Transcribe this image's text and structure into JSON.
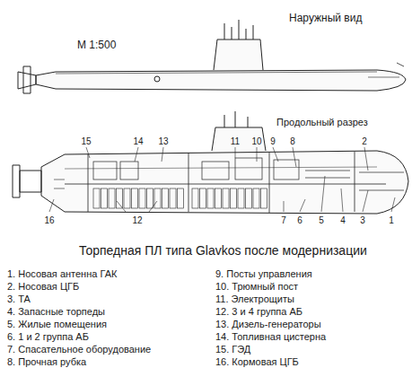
{
  "diagram": {
    "title": "Торпедная ПЛ типа Glavkos после модернизации",
    "labels": [
      "Наружный вид",
      "М 1:500",
      "Продольный разрез",
      "15",
      "14",
      "13",
      "11",
      "10",
      "9",
      "8",
      "2",
      "16",
      "12",
      "7",
      "6",
      "5",
      "4",
      "3",
      "1",
      "1. Носовая антенна ГАК",
      "2. Носовая ЦГБ",
      "3. ТА",
      "4. Запасные торпеды",
      "5. Жилые помещения",
      "6. 1 и 2 группа АБ",
      "7. Спасательное оборудование",
      "8. Прочная рубка",
      "9. Посты управления",
      "10. Трюмный пост",
      "11. Электрощиты",
      "12. 3 и 4 группа АБ",
      "13. Дизель-генераторы",
      "14. Топливная цистерна",
      "15. ГЭД",
      "16. Кормовая ЦГБ"
    ]
  }
}
